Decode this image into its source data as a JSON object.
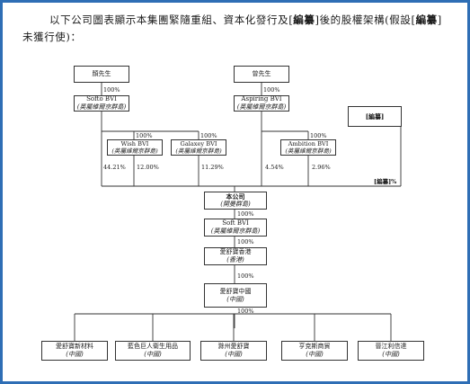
{
  "intro": {
    "p1": "以下公司圖表顯示本集團緊隨重組、資本化發行及[",
    "b1": "編纂",
    "p2": "]後的股權架構(假設[",
    "b2": "編纂",
    "p3": "]未獲行使)："
  },
  "chart": {
    "mr_yan": {
      "name": "顏先生"
    },
    "softo": {
      "name": "Softo BVI",
      "place": "(英屬維爾京群島)"
    },
    "mr_zeng": {
      "name": "曾先生"
    },
    "aspiring": {
      "name": "Aspiring BVI",
      "place": "(英屬維爾京群島)"
    },
    "wish": {
      "name": "Wish BVI",
      "place": "(英屬維爾京群島)"
    },
    "galaxey": {
      "name": "Galaxey BVI",
      "place": "(英屬維爾京群島)"
    },
    "ambition": {
      "name": "Ambition BVI",
      "place": "(英屬維爾京群島)"
    },
    "redacted_holder": {
      "name": "[編纂]"
    },
    "company": {
      "name": "本公司",
      "place": "(開曼群島)"
    },
    "soft_bvi": {
      "name": "Soft BVI",
      "place": "(英屬維爾京群島)"
    },
    "hk": {
      "name": "愛舒寶香港",
      "place": "(香港)"
    },
    "cn": {
      "name": "愛舒寶中國",
      "place": "(中國)"
    },
    "subs": [
      {
        "name": "愛舒寶新材料",
        "place": "(中國)"
      },
      {
        "name": "藍色巨人衛生用品",
        "place": "(中國)"
      },
      {
        "name": "滁州愛舒寶",
        "place": "(中國)"
      },
      {
        "name": "亨克斯商貿",
        "place": "(中國)"
      },
      {
        "name": "晉江利信達",
        "place": "(中國)"
      }
    ],
    "pct": {
      "yan_softo": "100%",
      "softo_wish": "100%",
      "softo_galaxey": "100%",
      "zeng_aspiring": "100%",
      "aspiring_ambition": "100%",
      "softo_co": "44.21%",
      "wish_co": "12.00%",
      "galaxey_co": "11.29%",
      "aspiring_co": "4.54%",
      "ambition_co": "2.96%",
      "redacted_co": "[編纂]%",
      "co_soft": "100%",
      "soft_hk": "100%",
      "hk_cn": "100%",
      "cn_subs": "100%"
    }
  }
}
